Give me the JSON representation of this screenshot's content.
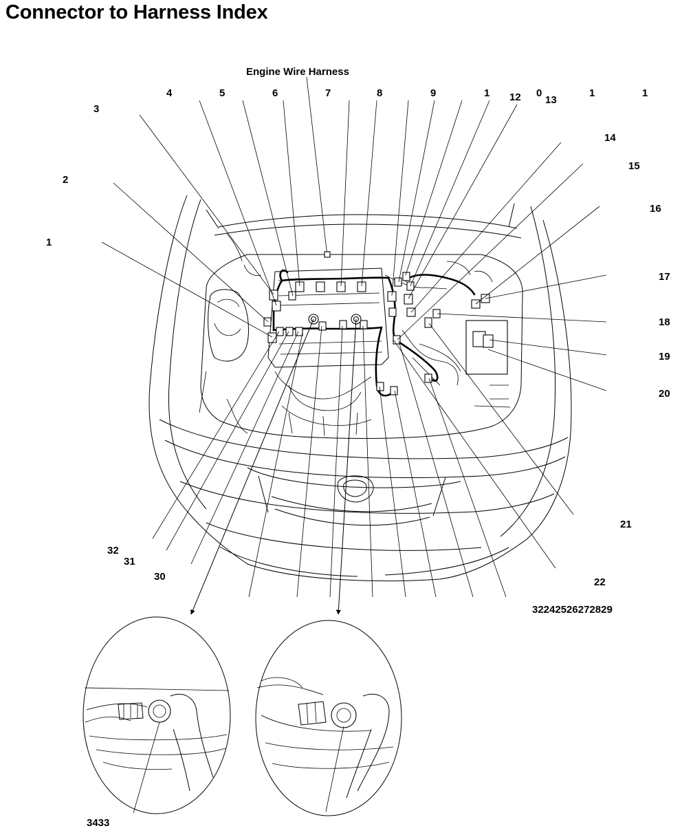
{
  "title": "Connector to Harness Index",
  "harness_label": "Engine Wire Harness",
  "top_labels": [
    "3",
    "4",
    "5",
    "6",
    "7",
    "8",
    "9",
    "1",
    "12",
    "0",
    "13",
    "1",
    "1"
  ],
  "right_labels": [
    "14",
    "15",
    "16",
    "17",
    "18",
    "19",
    "20",
    "21",
    "22"
  ],
  "left_labels": [
    "2",
    "1",
    "32",
    "31",
    "30"
  ],
  "bottom_right_label": "32242526272829",
  "bottom_left_label": "3433"
}
